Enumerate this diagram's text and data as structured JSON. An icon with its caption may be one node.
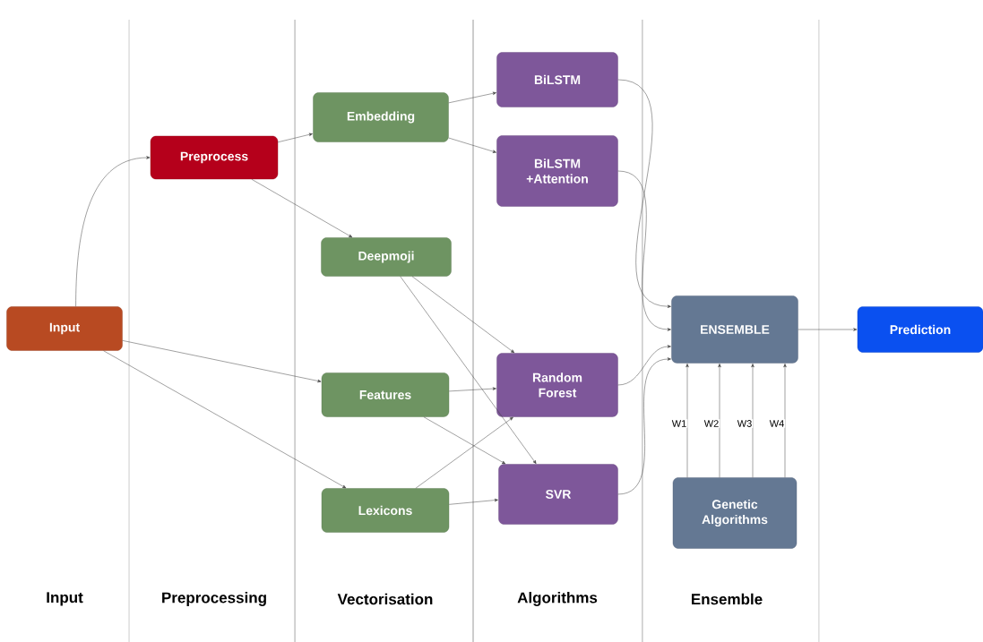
{
  "diagram": {
    "nodes": [
      {
        "text": [
          "Input"
        ]
      },
      {
        "text": [
          "Preprocess"
        ]
      },
      {
        "text": [
          "Embedding"
        ]
      },
      {
        "text": [
          "Deepmoji"
        ]
      },
      {
        "text": [
          "Features"
        ]
      },
      {
        "text": [
          "Lexicons"
        ]
      },
      {
        "text": [
          "BiLSTM"
        ]
      },
      {
        "text": [
          "BiLSTM +Attention"
        ]
      },
      {
        "text": [
          "Random Forest"
        ]
      },
      {
        "text": [
          "SVR"
        ]
      },
      {
        "text": [
          "ENSEMBLE"
        ]
      },
      {
        "text": [
          "Genetic Algorithms"
        ]
      },
      {
        "text": [
          "Prediction"
        ]
      }
    ],
    "edges": [
      {
        "from": 0,
        "to": 1,
        "arrow": "to"
      },
      {
        "from": 1,
        "to": 2,
        "arrow": "to"
      },
      {
        "from": 1,
        "to": 3,
        "arrow": "to"
      },
      {
        "from": 0,
        "to": 4,
        "arrow": "to"
      },
      {
        "from": 0,
        "to": 5,
        "arrow": "to"
      },
      {
        "from": 2,
        "to": 6,
        "arrow": "to"
      },
      {
        "from": 2,
        "to": 7,
        "arrow": "to"
      },
      {
        "from": 3,
        "to": 8,
        "arrow": "to"
      },
      {
        "from": 3,
        "to": 9,
        "arrow": "to"
      },
      {
        "from": 4,
        "to": 8,
        "arrow": "to"
      },
      {
        "from": 4,
        "to": 9,
        "arrow": "to"
      },
      {
        "from": 5,
        "to": 8,
        "arrow": "to"
      },
      {
        "from": 5,
        "to": 9,
        "arrow": "to"
      },
      {
        "from": 6,
        "to": 10,
        "arrow": "to"
      },
      {
        "from": 7,
        "to": 10,
        "arrow": "to"
      },
      {
        "from": 8,
        "to": 10,
        "arrow": "to"
      },
      {
        "from": 9,
        "to": 10,
        "arrow": "to"
      },
      {
        "from": 11,
        "to": 10,
        "arrow": "to",
        "label": "W1"
      },
      {
        "from": 11,
        "to": 10,
        "arrow": "to",
        "label": "W2"
      },
      {
        "from": 11,
        "to": 10,
        "arrow": "to",
        "label": "W3"
      },
      {
        "from": 11,
        "to": 10,
        "arrow": "to",
        "label": "W4"
      },
      {
        "from": 10,
        "to": 12,
        "arrow": "to"
      }
    ],
    "labels": [
      "Input",
      "Preprocessing",
      "Vectorisation",
      "Algorithms",
      "Ensemble"
    ]
  }
}
